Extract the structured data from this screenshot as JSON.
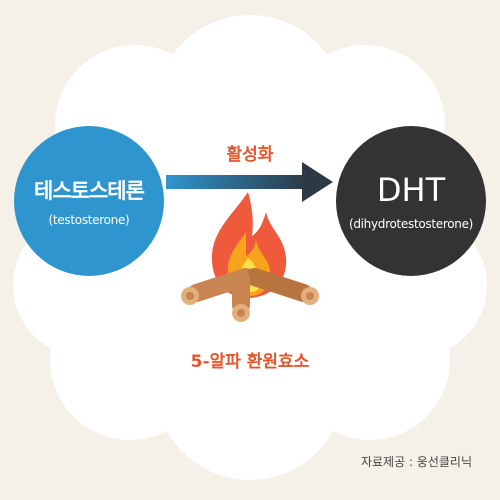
{
  "left_node": {
    "title": "테스토스테론",
    "subtitle": "(testosterone)"
  },
  "right_node": {
    "title": "DHT",
    "subtitle": "(dihydrotestosterone)"
  },
  "arrow_label": "활성화",
  "enzyme_label": "5-알파 환원효소",
  "source_note": "자료제공 : 웅선클리닉",
  "colors": {
    "background": "#f5f1e8",
    "cloud": "#ffffff",
    "left_circle": "#2f95cf",
    "right_circle": "#333333",
    "arrow_start": "#2f95cf",
    "arrow_end": "#2d3a45",
    "accent_text": "#e4572e"
  },
  "icons": [
    "cloud-shape",
    "campfire-icon",
    "arrow-right-icon"
  ]
}
